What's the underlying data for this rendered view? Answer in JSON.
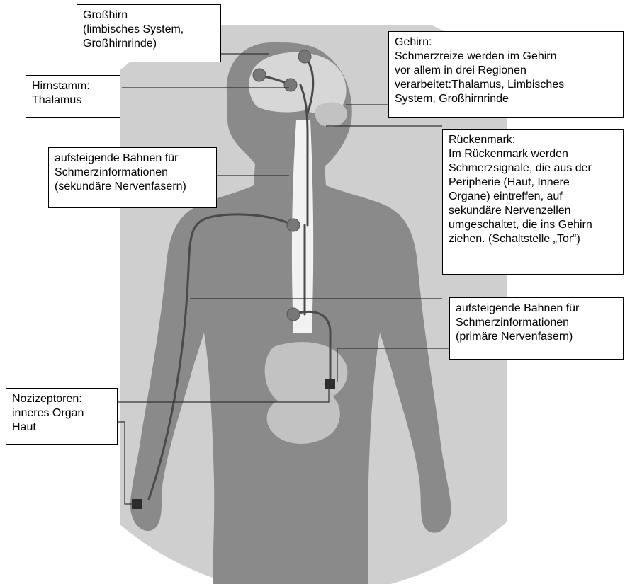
{
  "colors": {
    "background": "#ffffff",
    "body_fill": "#8a8a8a",
    "halo": "#cfcfcf",
    "brain": "#d7d7d7",
    "spine": "#f2f2f2",
    "intestine": "#c2c2c2",
    "nerve": "#4a4a4a",
    "node": "#777777",
    "receptor": "#2c2c2c",
    "leader": "#333333"
  },
  "labels": {
    "grosshirn": {
      "lines": [
        "Großhirn",
        "(limbisches System,",
        "Großhirnrinde)"
      ]
    },
    "hirnstamm": {
      "lines": [
        "Hirnstamm:",
        "Thalamus"
      ]
    },
    "gehirn": {
      "lines": [
        "Gehirn:",
        "Schmerzreize werden im Gehirn",
        "vor allem in drei Regionen",
        "verarbeitet:Thalamus, Limbisches",
        "System, Großhirnrinde"
      ]
    },
    "aufsteigend_sekundaer": {
      "lines": [
        "aufsteigende Bahnen für",
        "Schmerzinformationen",
        "(sekundäre Nervenfasern)"
      ]
    },
    "rueckenmark": {
      "lines": [
        "Rückenmark:",
        "Im Rückenmark werden",
        "Schmerzsignale, die aus der",
        "Peripherie (Haut, Innere",
        "Organe) eintreffen, auf",
        "sekundäre Nervenzellen",
        "umgeschaltet, die ins Gehirn",
        "ziehen. (Schaltstelle „Tor“)"
      ]
    },
    "aufsteigend_primaer": {
      "lines": [
        "aufsteigende Bahnen für",
        "Schmerzinformationen",
        "(primäre Nervenfasern)"
      ]
    },
    "nozizeptoren": {
      "lines": [
        "Nozizeptoren:",
        "inneres Organ",
        "Haut"
      ]
    }
  }
}
